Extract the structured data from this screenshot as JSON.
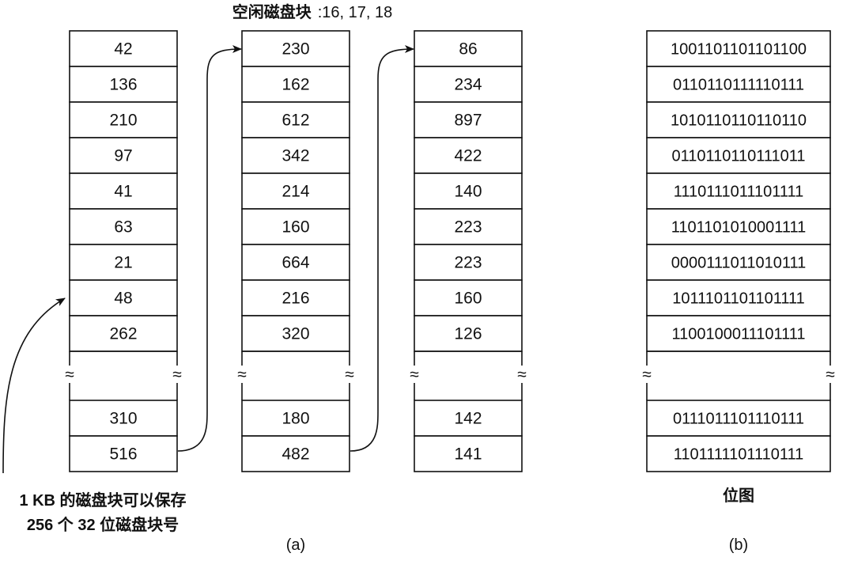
{
  "header": {
    "title": "空闲磁盘块",
    "sep": ":",
    "blocks": "16, 17, 18"
  },
  "columns": [
    {
      "top": [
        "42",
        "136",
        "210",
        "97",
        "41",
        "63",
        "21",
        "48",
        "262"
      ],
      "bottom": [
        "310",
        "516"
      ]
    },
    {
      "top": [
        "230",
        "162",
        "612",
        "342",
        "214",
        "160",
        "664",
        "216",
        "320"
      ],
      "bottom": [
        "180",
        "482"
      ]
    },
    {
      "top": [
        "86",
        "234",
        "897",
        "422",
        "140",
        "223",
        "223",
        "160",
        "126"
      ],
      "bottom": [
        "142",
        "141"
      ]
    }
  ],
  "bitmap": {
    "top": [
      "1001101101101100",
      "0110110111110111",
      "1010110110110110",
      "0110110110111011",
      "1110111011101111",
      "1101101010001111",
      "0000111011010111",
      "1011101101101111",
      "1100100011101111"
    ],
    "bottom": [
      "0111011101110111",
      "1101111101110111"
    ]
  },
  "annotation": {
    "line1": "1 KB 的磁盘块可以保存",
    "line2": "256 个 32 位磁盘块号"
  },
  "gap_glyph": "≈",
  "captions": {
    "a": "(a)",
    "b": "(b)",
    "bitmap_label": "位图"
  }
}
